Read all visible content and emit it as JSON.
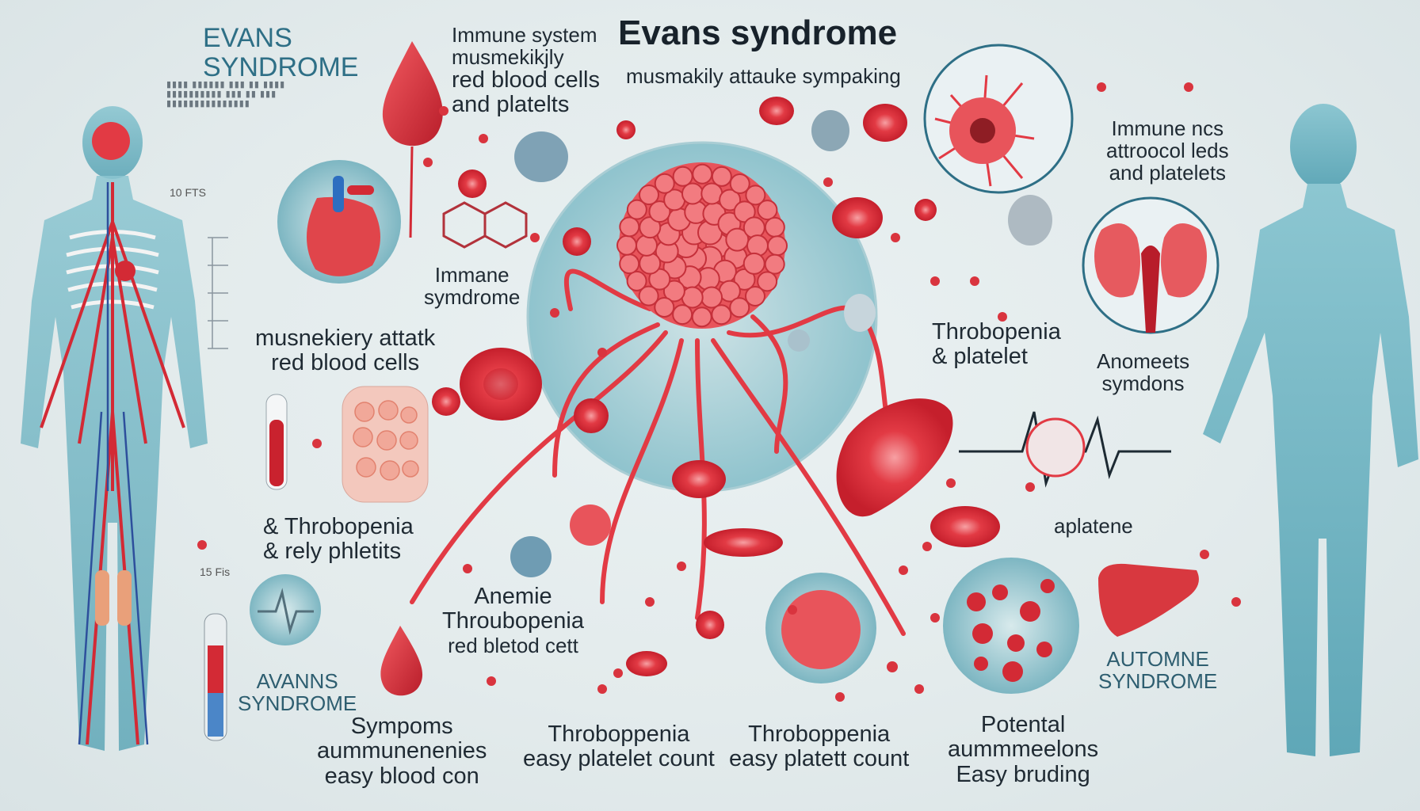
{
  "title": "Evans syndrome",
  "left_title": [
    "EVANS",
    "SYNDROME"
  ],
  "left_scale_top": "10 FTS",
  "left_scale_bottom": "15 Fis",
  "colors": {
    "blood_red": "#e0303a",
    "dark_red": "#b81d2a",
    "teal_body": "#6fb3c3",
    "accent_teal": "#2e6f86",
    "background": "#e6eeef"
  },
  "labels": {
    "immune_attack": [
      "Immune system",
      "musmekikjly",
      "red blood cells",
      "and platelts"
    ],
    "subtitle": "musmakily attauke sympaking",
    "immune_top_right": [
      "Immune ncs",
      "attroocol leds",
      "and platelets"
    ],
    "immane_syndrome": [
      "Immane",
      "symdrome"
    ],
    "musnekiery": [
      "musnekiery attatk",
      "red blood cells"
    ],
    "throbopenia_platelet": [
      "Throbopenia",
      "&  platelet"
    ],
    "anomeets": [
      "Anomeets",
      "symdons"
    ],
    "throbopenia_rely": [
      "& Throbopenia",
      "&  rely phletits"
    ],
    "aplatene": "aplatene",
    "anemie": [
      "Anemie",
      "Throubopenia",
      "red bletod cett"
    ],
    "avanns": [
      "AVANNS",
      "SYNDROME"
    ],
    "automine": [
      "AUTOMNE",
      "SYNDROME"
    ],
    "bottom_1": [
      "Sympoms",
      "aummunenenies",
      "easy blood con"
    ],
    "bottom_2": [
      "Throboppenia",
      "easy platelet count"
    ],
    "bottom_3": [
      "Throboppenia",
      "easy platett count"
    ],
    "bottom_4": [
      "Potental",
      "aummmeelons",
      "Easy bruding"
    ]
  },
  "icons": [
    "human-body-circulatory-icon",
    "human-body-teal-icon",
    "heart-icon",
    "blood-drop-icon",
    "immune-cell-icon",
    "virus-icon",
    "kidneys-icon",
    "liver-icon",
    "test-tube-icon",
    "petri-dish-icon",
    "heartbeat-icon",
    "platelet-cluster-icon",
    "thermometer-icon",
    "molecule-icon"
  ]
}
